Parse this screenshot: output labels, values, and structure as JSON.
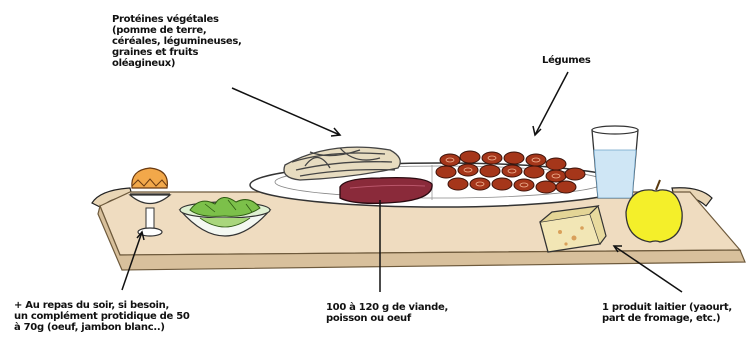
{
  "labels": {
    "proteines": "Protéines végétales\n(pomme de terre,\ncéréales, légumineuses,\ngraines et fruits\noléagineux)",
    "legumes": "Légumes",
    "soir": "+ Au repas du soir, si besoin,\nun complément protidique de 50\nà 70g (oeuf, jambon blanc..)",
    "viande": "100 à 120 g de viande,\npoisson ou oeuf",
    "laitier": "1 produit laitier (yaourt,\npart de fromage, etc.)"
  },
  "colors": {
    "tray": "#efdcc0",
    "tray_edge": "#cbb28f",
    "plate": "#ffffff",
    "meat": "#8a2a3a",
    "carrots": "#a5361a",
    "salad": "#7cc04a",
    "apple": "#f4ef2a",
    "egg": "#f2a84a",
    "water": "#cfe6f5",
    "cheese": "#f2e6b5"
  },
  "icons": [
    "egg-cup-icon",
    "salad-bowl-icon",
    "plate-icon",
    "pasta-icon",
    "steak-icon",
    "carrots-icon",
    "water-glass-icon",
    "apple-icon",
    "cheese-icon"
  ]
}
